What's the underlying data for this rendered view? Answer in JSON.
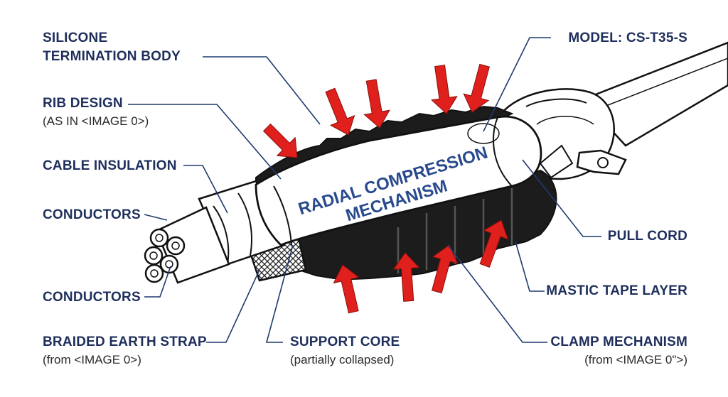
{
  "labels": {
    "silicone_line1": "SILICONE",
    "silicone_line2": "TERMINATION BODY",
    "rib_design": "RIB DESIGN",
    "rib_design_sub": "(AS IN <IMAGE 0>)",
    "cable_insulation": "CABLE INSULATION",
    "conductors_top": "CONDUCTORS",
    "conductors_bottom": "CONDUCTORS",
    "braided_earth_strap": "BRAIDED EARTH STRAP",
    "braided_earth_strap_sub": "(from <IMAGE 0>)",
    "support_core": "SUPPORT CORE",
    "support_core_sub": "(partially collapsed)",
    "model": "MODEL: CS-T35-S",
    "pull_cord": "PULL CORD",
    "mastic_tape_layer": "MASTIC TAPE LAYER",
    "clamp_mechanism": "CLAMP MECHANISM",
    "clamp_mechanism_sub": "(from <IMAGE 0\">)",
    "center_line1": "RADIAL COMPRESSION",
    "center_line2": "MECHANISM"
  },
  "colors": {
    "label_text": "#1f2f5c",
    "leader": "#1f3a6e",
    "arrow": "#e0201c",
    "rubber": "#1c1c1c",
    "outline": "#111111"
  }
}
